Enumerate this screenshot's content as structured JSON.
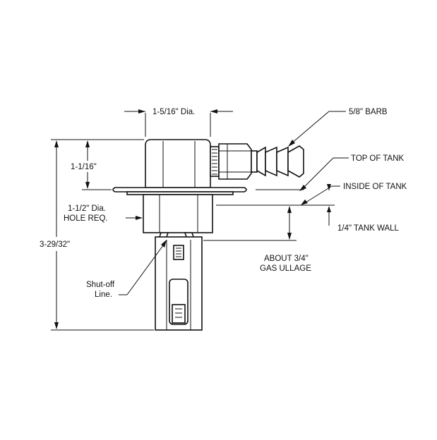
{
  "diagram": {
    "labels": {
      "top_diameter": "1-5/16\" Dia.",
      "barb": "5/8\" BARB",
      "top_of_tank": "TOP OF TANK",
      "inside_of_tank": "INSIDE OF TANK",
      "tank_wall": "1/4\" TANK WALL",
      "flange_height": "1-1/16\"",
      "hole_line1": "1-1/2\" Dia.",
      "hole_line2": "HOLE REQ.",
      "overall_height": "3-29/32\"",
      "ullage_line1": "ABOUT 3/4\"",
      "ullage_line2": "GAS ULLAGE",
      "shutoff_line1": "Shut-off",
      "shutoff_line2": "Line."
    }
  }
}
